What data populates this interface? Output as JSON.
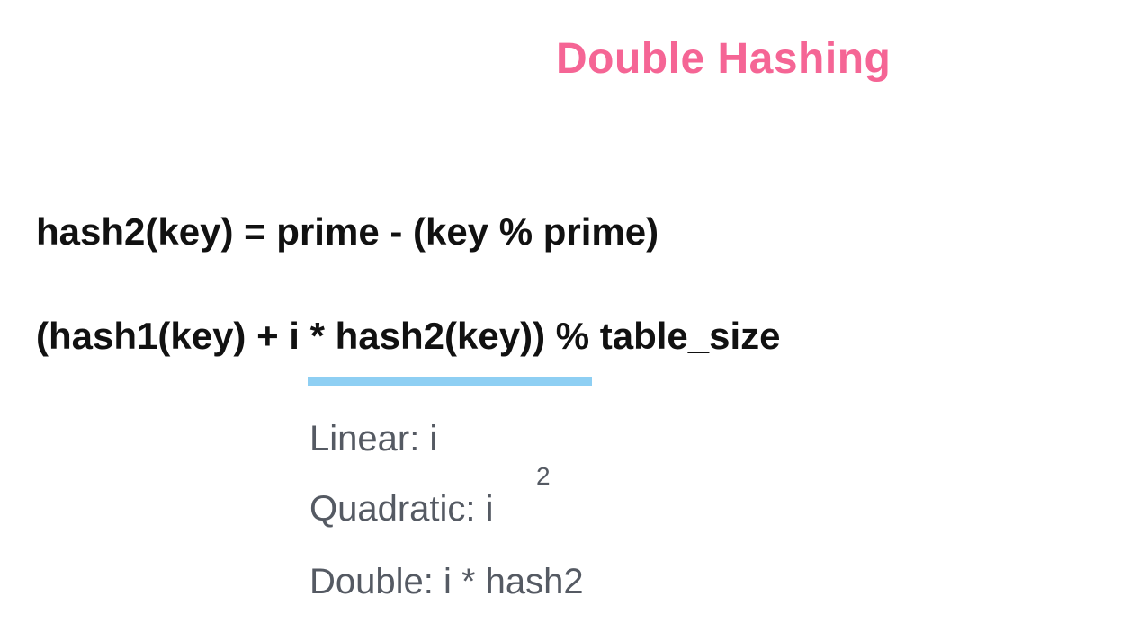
{
  "title": "Double Hashing",
  "formulas": {
    "hash2": "hash2(key) = prime - (key % prime)",
    "probe": "(hash1(key) + i * hash2(key)) % table_size"
  },
  "probe_steps": {
    "linear": "Linear: i",
    "quadratic": "Quadratic: i",
    "quadratic_exponent": "2",
    "double": "Double: i * hash2"
  },
  "colors": {
    "title": "#f56595",
    "highlight": "#8ecff3",
    "formula_text": "#111111",
    "step_text": "#555a63"
  }
}
